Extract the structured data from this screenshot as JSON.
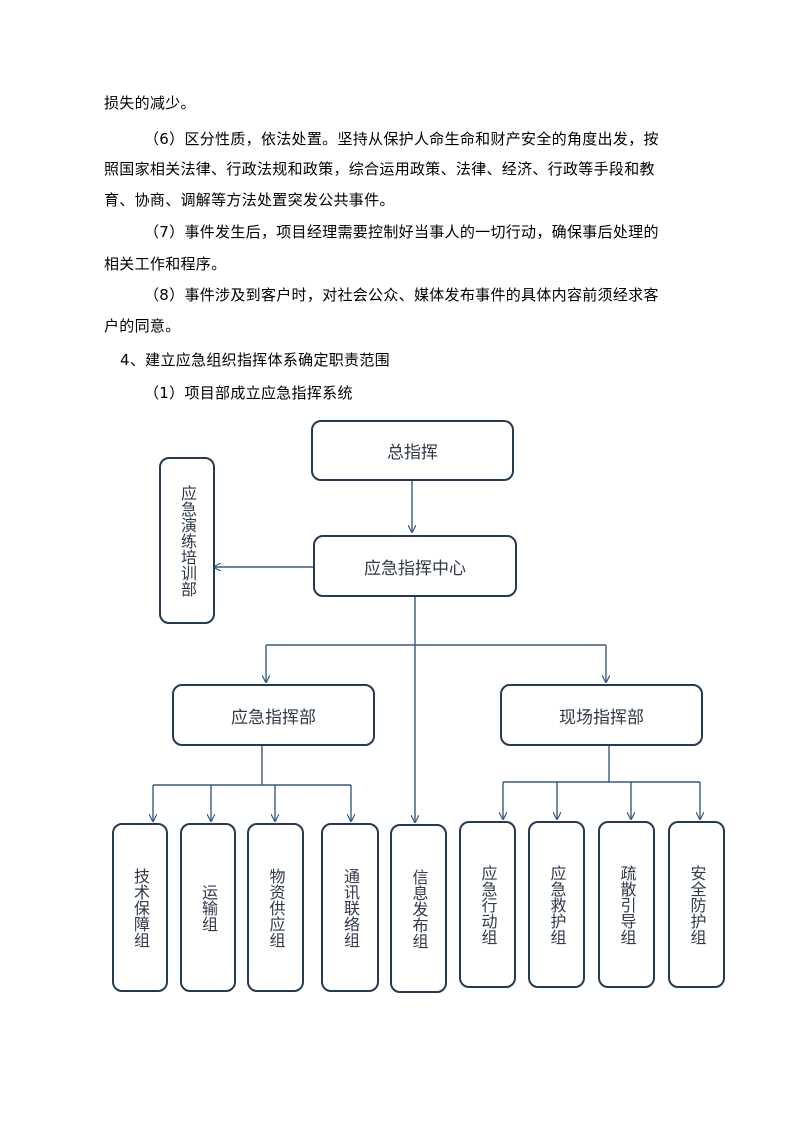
{
  "paragraphs": [
    "损失的减少。",
    "（6）区分性质，依法处置。坚持从保护人命生命和财产安全的角度出发，按",
    "照国家相关法律、行政法规和政策，综合运用政策、法律、经济、行政等手段和教",
    "育、协商、调解等方法处置突发公共事件。",
    "（7）事件发生后，项目经理需要控制好当事人的一切行动，确保事后处理的",
    "相关工作和程序。",
    "（8）事件涉及到客户时，对社会公众、媒体发布事件的具体内容前须经求客",
    "户的同意。"
  ],
  "section_heading": "4、建立应急组织指挥体系确定职责范围",
  "subheading": "（1）项目部成立应急指挥系统",
  "org_chart": {
    "commander": "总指挥",
    "center": "应急指挥中心",
    "training": "应急演练培训部",
    "emergency_dept": "应急指挥部",
    "site_dept": "现场指挥部",
    "groups": {
      "tech": "技术保障组",
      "transport": "运输组",
      "supply": "物资供应组",
      "comm": "通讯联络组",
      "info": "信息发布组",
      "action": "应急行动组",
      "rescue": "应急救护组",
      "evacuation": "疏散引导组",
      "safety": "安全防护组"
    }
  },
  "colors": {
    "box_border": "#243b55",
    "connector": "#3a5a80",
    "box_text": "#2f3a49"
  }
}
